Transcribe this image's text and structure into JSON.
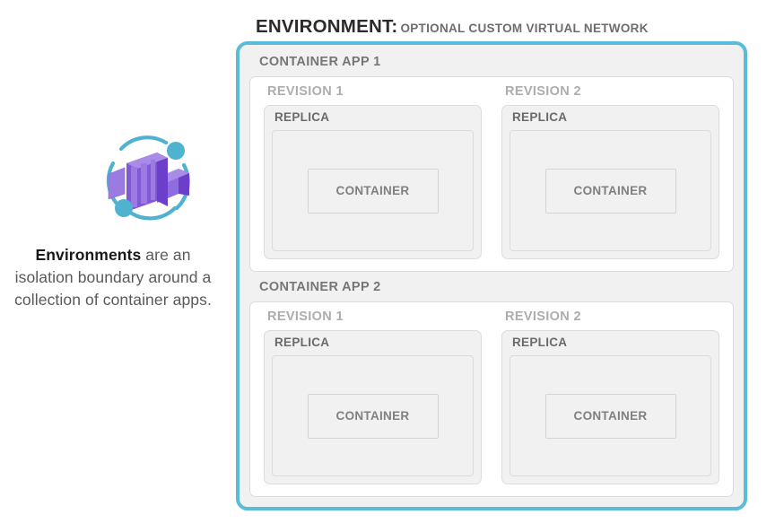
{
  "caption": {
    "lead": "Environments",
    "rest": " are an isolation boundary around a collection of container apps."
  },
  "icon": {
    "name": "azure-container-apps-icon",
    "purple_light": "#9b7ae2",
    "purple_mid": "#8257d8",
    "purple_dark": "#6b3fc9",
    "cyan": "#4fb3cf"
  },
  "header": {
    "title": "ENVIRONMENT:",
    "subtitle": "OPTIONAL CUSTOM VIRTUAL NETWORK"
  },
  "colors": {
    "environment_border": "#5bbcd8",
    "environment_fill": "#f1f1f1",
    "panel_fill": "#ffffff",
    "box_border": "#dcdcdc",
    "app_label": "#767676",
    "revision_label": "#adadad",
    "replica_label": "#6a6a6a",
    "container_label": "#808080"
  },
  "environment": {
    "apps": [
      {
        "label": "CONTAINER APP 1",
        "revisions": [
          {
            "label": "REVISION 1",
            "replica_label": "REPLICA",
            "container_label": "CONTAINER"
          },
          {
            "label": "REVISION 2",
            "replica_label": "REPLICA",
            "container_label": "CONTAINER"
          }
        ]
      },
      {
        "label": "CONTAINER APP 2",
        "revisions": [
          {
            "label": "REVISION 1",
            "replica_label": "REPLICA",
            "container_label": "CONTAINER"
          },
          {
            "label": "REVISION 2",
            "replica_label": "REPLICA",
            "container_label": "CONTAINER"
          }
        ]
      }
    ]
  }
}
